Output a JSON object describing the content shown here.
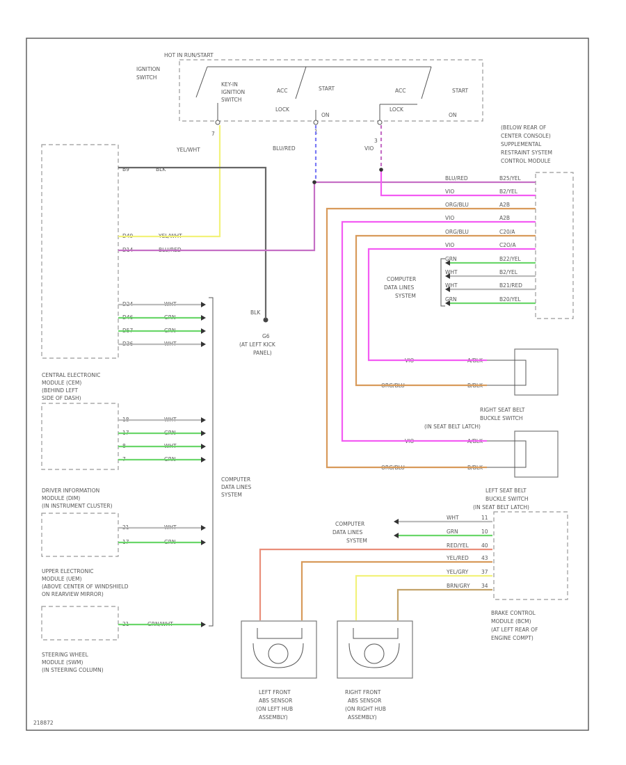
{
  "colors": {
    "yellow": "#f2f27a",
    "magenta": "#f35bf3",
    "violet": "#c56fc5",
    "green": "#6ad66a",
    "orange": "#d89a5a",
    "salmon": "#e98e7a",
    "gray": "#666666",
    "blue": "#7a7af5",
    "tan": "#c3a36a",
    "white": "#bbbbbb",
    "frame": "#555555"
  },
  "icons": {
    "connector": "arrow-terminal-icon",
    "ground": "ground-dot-icon",
    "sensor": "abs-sensor-coil-icon"
  },
  "labels": {
    "hot_in_run_start": "HOT IN RUN/START",
    "ignition_switch": [
      "IGNITION",
      "SWITCH"
    ],
    "key_in_ignition_switch": [
      "KEY-IN",
      "IGNITION",
      "SWITCH"
    ],
    "acc": "ACC",
    "start": "START",
    "lock": "LOCK",
    "on": "ON",
    "pin_7": "7",
    "pin_1": "1",
    "pin_3": "3",
    "wire_yel_wht": "YEL/WHT",
    "wire_blu_red": "BLU/RED",
    "wire_vio": "VIO",
    "srs_module": [
      "(BELOW REAR OF",
      "CENTER CONSOLE)",
      "SUPPLEMENTAL",
      "RESTRAINT SYSTEM",
      "CONTROL MODULE"
    ],
    "cem_module": [
      "CENTRAL ELECTRONIC",
      "MODULE (CEM)",
      "(BEHIND LEFT",
      "SIDE OF DASH)"
    ],
    "dim_module": [
      "DRIVER INFORMATION",
      "MODULE (DIM)",
      "(IN INSTRUMENT CLUSTER)"
    ],
    "uem_module": [
      "UPPER ELECTRONIC",
      "MODULE (UEM)",
      "(ABOVE CENTER OF WINDSHIELD",
      "ON REARVIEW MIRROR)"
    ],
    "swm_module": [
      "STEERING WHEEL",
      "MODULE (SWM)",
      "(IN STEERING COLUMN)"
    ],
    "computer_data_lines": [
      "COMPUTER",
      "DATA LINES",
      "SYSTEM"
    ],
    "ground_g6": [
      "G6",
      "(AT LEFT KICK",
      "PANEL)"
    ],
    "ground_wire": "BLK",
    "right_seat_belt": [
      "RIGHT SEAT BELT",
      "BUCKLE SWITCH",
      "(IN SEAT BELT LATCH)"
    ],
    "left_seat_belt": [
      "LEFT SEAT BELT",
      "BUCKLE SWITCH",
      "(IN SEAT BELT LATCH)"
    ],
    "bcm_module": [
      "BRAKE CONTROL",
      "MODULE (BCM)",
      "(AT LEFT REAR OF",
      "ENGINE COMPT)"
    ],
    "left_abs": [
      "LEFT FRONT",
      "ABS SENSOR",
      "(ON LEFT HUB",
      "ASSEMBLY)"
    ],
    "right_abs": [
      "RIGHT FRONT",
      "ABS SENSOR",
      "(ON RIGHT HUB",
      "ASSEMBLY)"
    ],
    "figure_id": "218872"
  },
  "cem_pins": [
    {
      "pin": "B9",
      "color": "BLK"
    },
    {
      "pin": "D49",
      "color": "YEL/WHT"
    },
    {
      "pin": "D14",
      "color": "BLU/RED"
    },
    {
      "pin": "D24",
      "color": "WHT"
    },
    {
      "pin": "D46",
      "color": "GRN"
    },
    {
      "pin": "D57",
      "color": "GRN"
    },
    {
      "pin": "D36",
      "color": "WHT"
    }
  ],
  "dim_pins": [
    {
      "pin": "18",
      "color": "WHT"
    },
    {
      "pin": "17",
      "color": "GRN"
    },
    {
      "pin": "8",
      "color": "WHT"
    },
    {
      "pin": "7",
      "color": "GRN"
    }
  ],
  "uem_pins": [
    {
      "pin": "21",
      "color": "WHT"
    },
    {
      "pin": "17",
      "color": "GRN"
    }
  ],
  "swm_pins": [
    {
      "pin": "21",
      "color": "GRN/WHT"
    }
  ],
  "srs_pins": [
    {
      "wire": "BLU/RED",
      "pin": "B25/YEL"
    },
    {
      "wire": "VIO",
      "pin": "B2/YEL"
    },
    {
      "wire": "ORG/BLU",
      "pin": "A2B"
    },
    {
      "wire": "VIO",
      "pin": "A2B"
    },
    {
      "wire": "ORG/BLU",
      "pin": "C20/A"
    },
    {
      "wire": "VIO",
      "pin": "C2O/A"
    },
    {
      "wire": "GRN",
      "pin": "B22/YEL"
    },
    {
      "wire": "WHT",
      "pin": "B2/YEL"
    },
    {
      "wire": "WHT",
      "pin": "B21/RED"
    },
    {
      "wire": "GRN",
      "pin": "B20/YEL"
    }
  ],
  "right_belt_pins": [
    {
      "wire": "VIO",
      "pin": "A/BLK"
    },
    {
      "wire": "ORG/BLU",
      "pin": "B/BLK"
    }
  ],
  "left_belt_pins": [
    {
      "wire": "VIO",
      "pin": "A/BLK"
    },
    {
      "wire": "ORG/BLU",
      "pin": "B/BLK"
    }
  ],
  "bcm_pins": [
    {
      "wire": "WHT",
      "pin": "11"
    },
    {
      "wire": "GRN",
      "pin": "10"
    },
    {
      "wire": "RED/YEL",
      "pin": "40"
    },
    {
      "wire": "YEL/RED",
      "pin": "43"
    },
    {
      "wire": "YEL/GRY",
      "pin": "37"
    },
    {
      "wire": "BRN/GRY",
      "pin": "34"
    }
  ]
}
